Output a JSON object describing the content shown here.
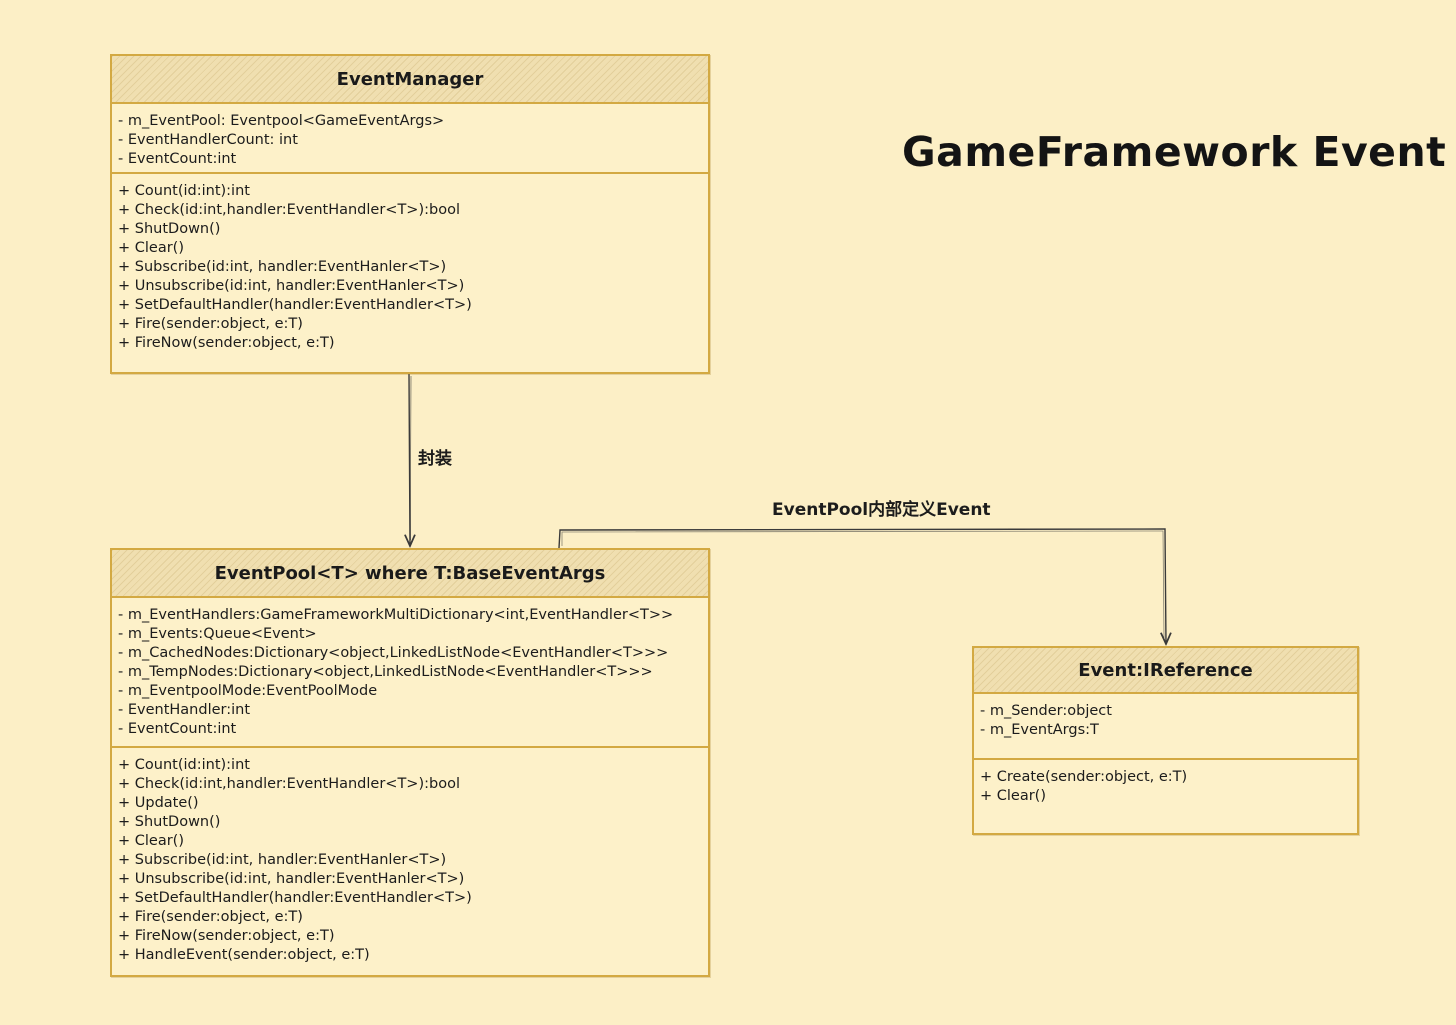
{
  "title": "GameFramework Event",
  "classes": {
    "event_manager": {
      "name": "EventManager",
      "fields": [
        "- m_EventPool: Eventpool<GameEventArgs>",
        "- EventHandlerCount: int",
        "- EventCount:int"
      ],
      "methods": [
        "+ Count(id:int):int",
        "+ Check(id:int,handler:EventHandler<T>):bool",
        "+ ShutDown()",
        "+ Clear()",
        "+ Subscribe(id:int, handler:EventHanler<T>)",
        "+ Unsubscribe(id:int, handler:EventHanler<T>)",
        "+ SetDefaultHandler(handler:EventHandler<T>)",
        "+ Fire(sender:object, e:T)",
        "+ FireNow(sender:object, e:T)"
      ]
    },
    "event_pool": {
      "name": "EventPool<T> where T:BaseEventArgs",
      "fields": [
        "- m_EventHandlers:GameFrameworkMultiDictionary<int,EventHandler<T>>",
        "- m_Events:Queue<Event>",
        "- m_CachedNodes:Dictionary<object,LinkedListNode<EventHandler<T>>>",
        "- m_TempNodes:Dictionary<object,LinkedListNode<EventHandler<T>>>",
        "- m_EventpoolMode:EventPoolMode",
        "- EventHandler:int",
        "- EventCount:int"
      ],
      "methods": [
        "+ Count(id:int):int",
        "+ Check(id:int,handler:EventHandler<T>):bool",
        "+ Update()",
        "+ ShutDown()",
        "+ Clear()",
        "+ Subscribe(id:int, handler:EventHanler<T>)",
        "+ Unsubscribe(id:int, handler:EventHanler<T>)",
        "+ SetDefaultHandler(handler:EventHandler<T>)",
        "+ Fire(sender:object, e:T)",
        "+ FireNow(sender:object, e:T)",
        "+ HandleEvent(sender:object, e:T)"
      ]
    },
    "event": {
      "name": "Event:IReference",
      "fields": [
        "- m_Sender:object",
        "- m_EventArgs:T"
      ],
      "methods": [
        "+ Create(sender:object, e:T)",
        "+ Clear()"
      ]
    }
  },
  "connectors": {
    "encapsulate": {
      "label": "封装"
    },
    "defines": {
      "label": "EventPool内部定义Event"
    }
  },
  "colors": {
    "background": "#fcefc6",
    "box_border": "#d3a942",
    "header_fill": "#f0dfb0",
    "line": "#3a3a3a"
  }
}
